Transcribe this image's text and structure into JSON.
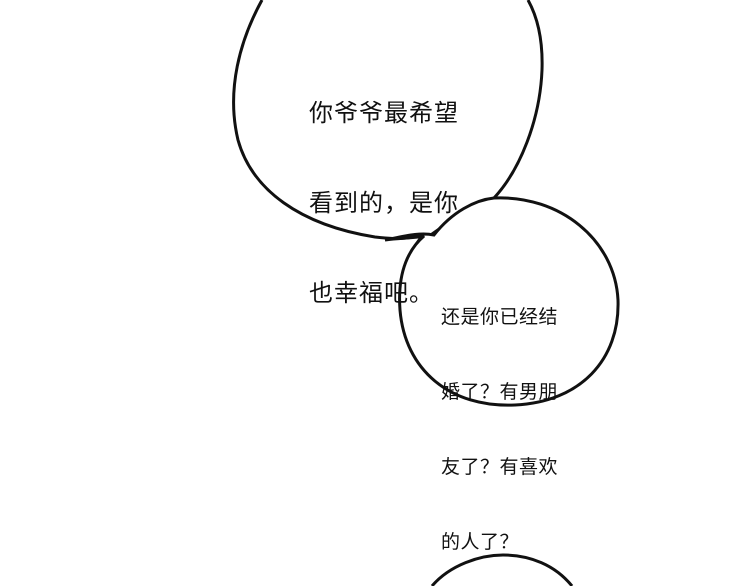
{
  "panel": {
    "background": "#ffffff",
    "line_color": "#111111"
  },
  "bubbles": [
    {
      "id": "bubble-1",
      "lines": [
        "你爷爷最希望",
        "看到的，是你",
        "也幸福吧。"
      ]
    },
    {
      "id": "bubble-2",
      "lines": [
        "还是你已经结",
        "婚了？有男朋",
        "友了？有喜欢",
        "的人了？"
      ]
    },
    {
      "id": "bubble-3",
      "lines": []
    }
  ]
}
